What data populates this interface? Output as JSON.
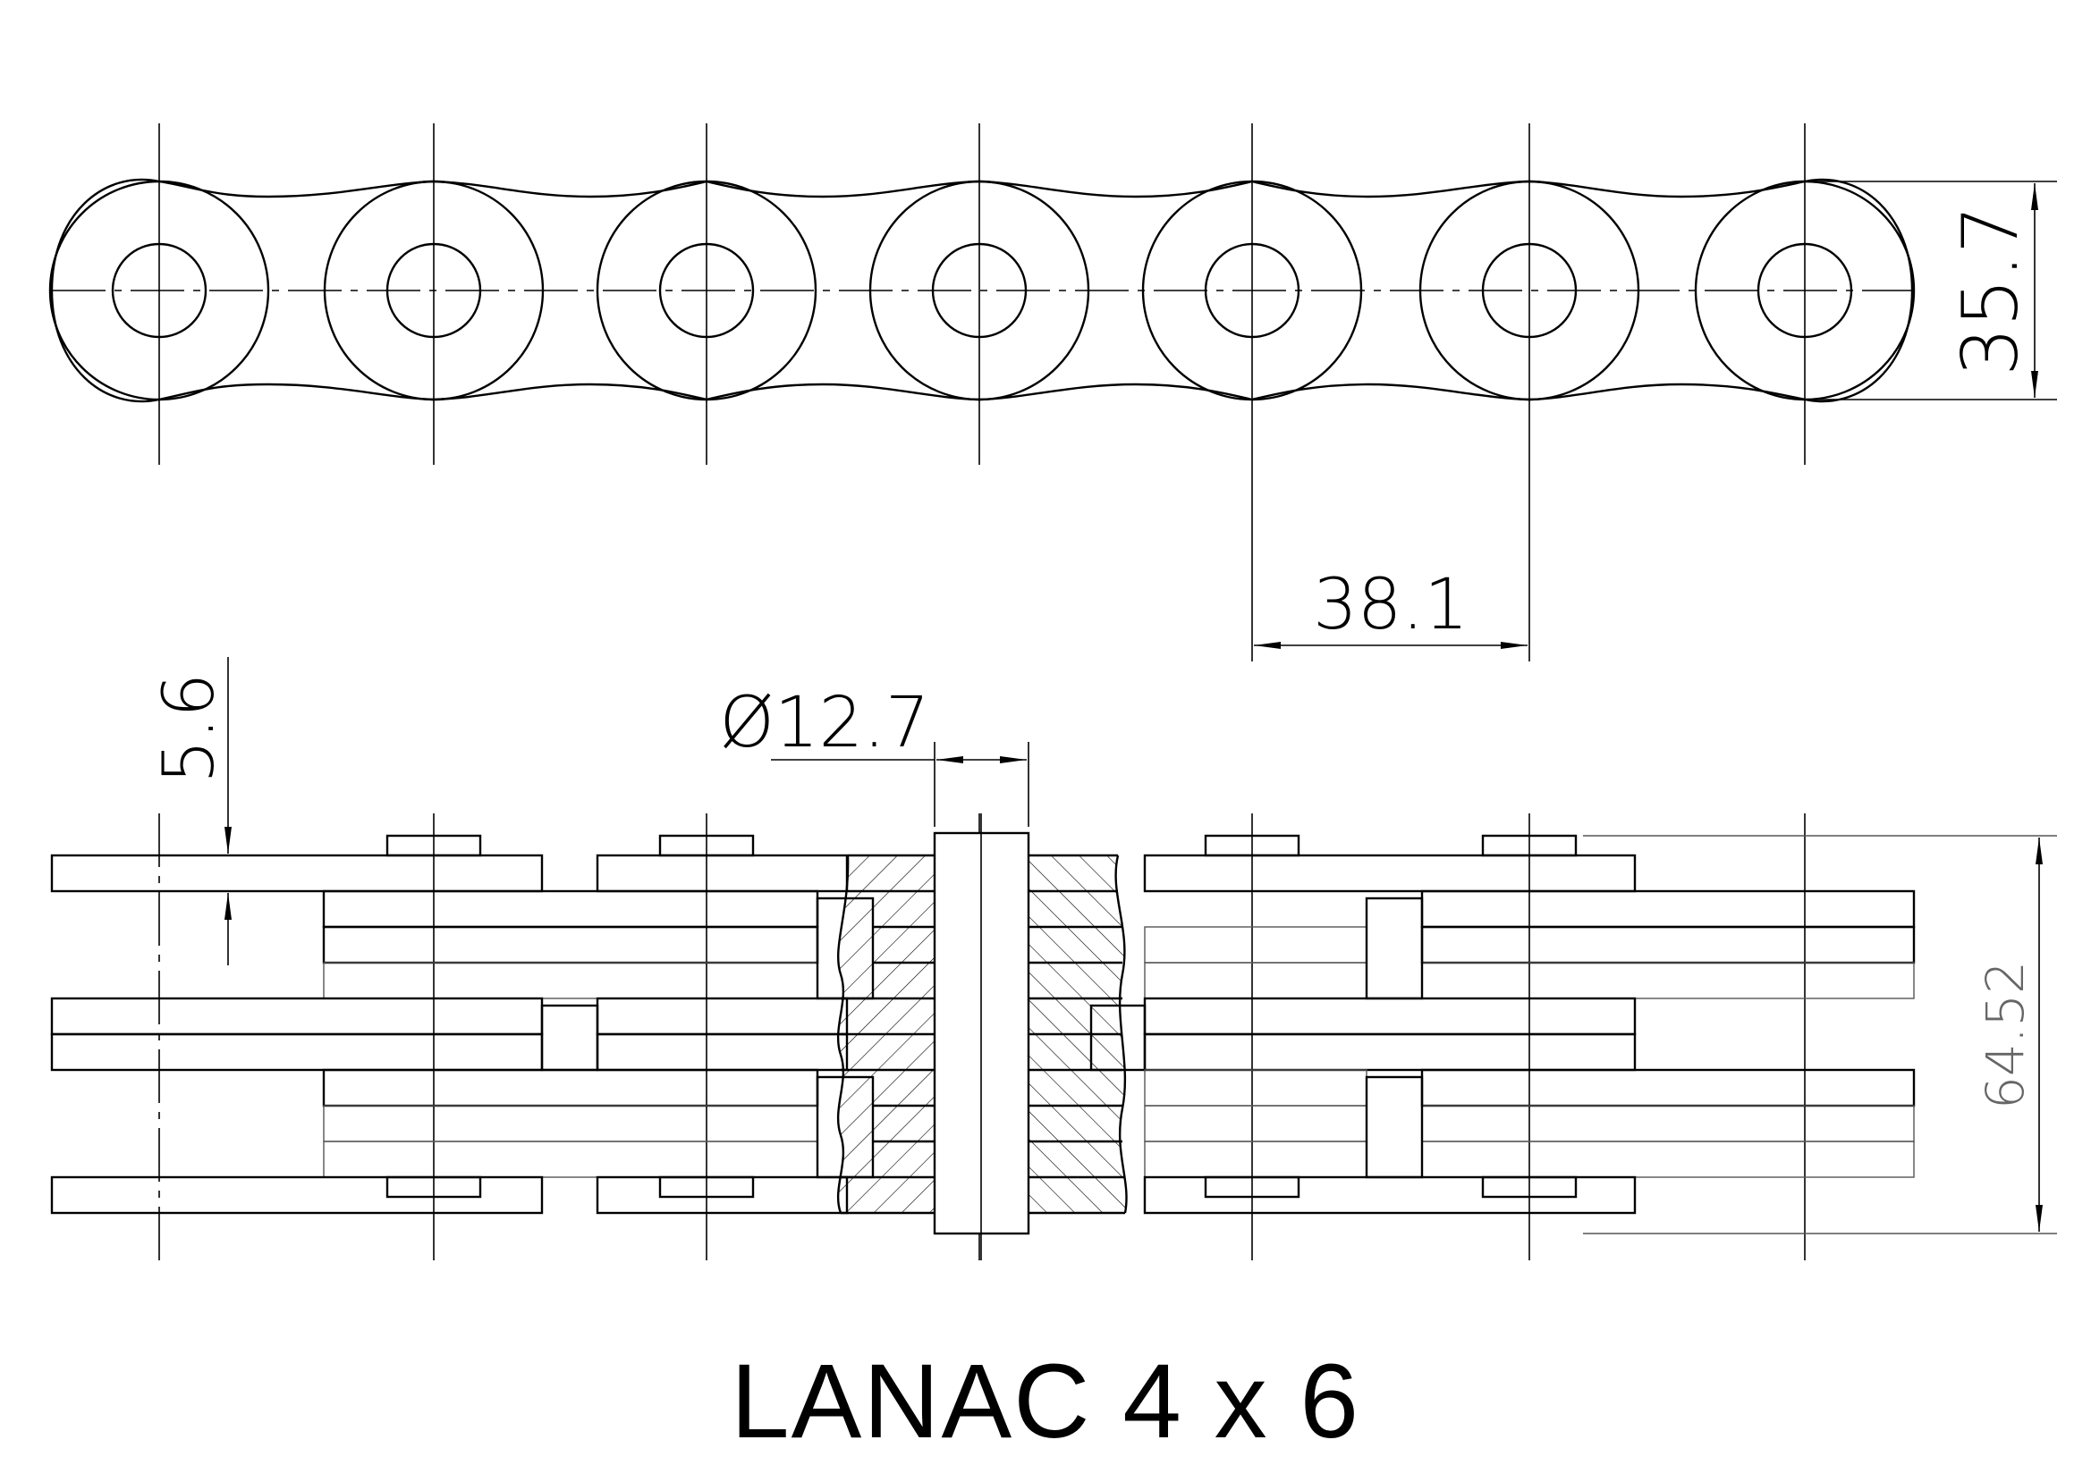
{
  "title": "LANAC 4 x 6",
  "dimensions": {
    "plate_height": "35.7",
    "pitch": "38.1",
    "pin_diameter": "Ø12.7",
    "plate_thickness": "5.6",
    "total_width": "64.52"
  }
}
